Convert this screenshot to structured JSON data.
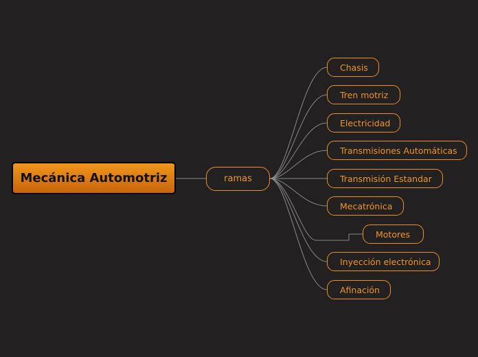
{
  "map": {
    "root": "Mecánica Automotriz",
    "branch": "ramas",
    "topics": [
      "Chasis",
      "Tren motriz",
      "Electricidad",
      "Transmisiones Automáticas",
      "Transmisión Estandar",
      "Mecatrónica",
      "Motores",
      "Inyección electrónica",
      "Afinación"
    ]
  },
  "colors": {
    "background": "#222020",
    "accent": "#f0962a",
    "connector": "#8a8a8a"
  }
}
